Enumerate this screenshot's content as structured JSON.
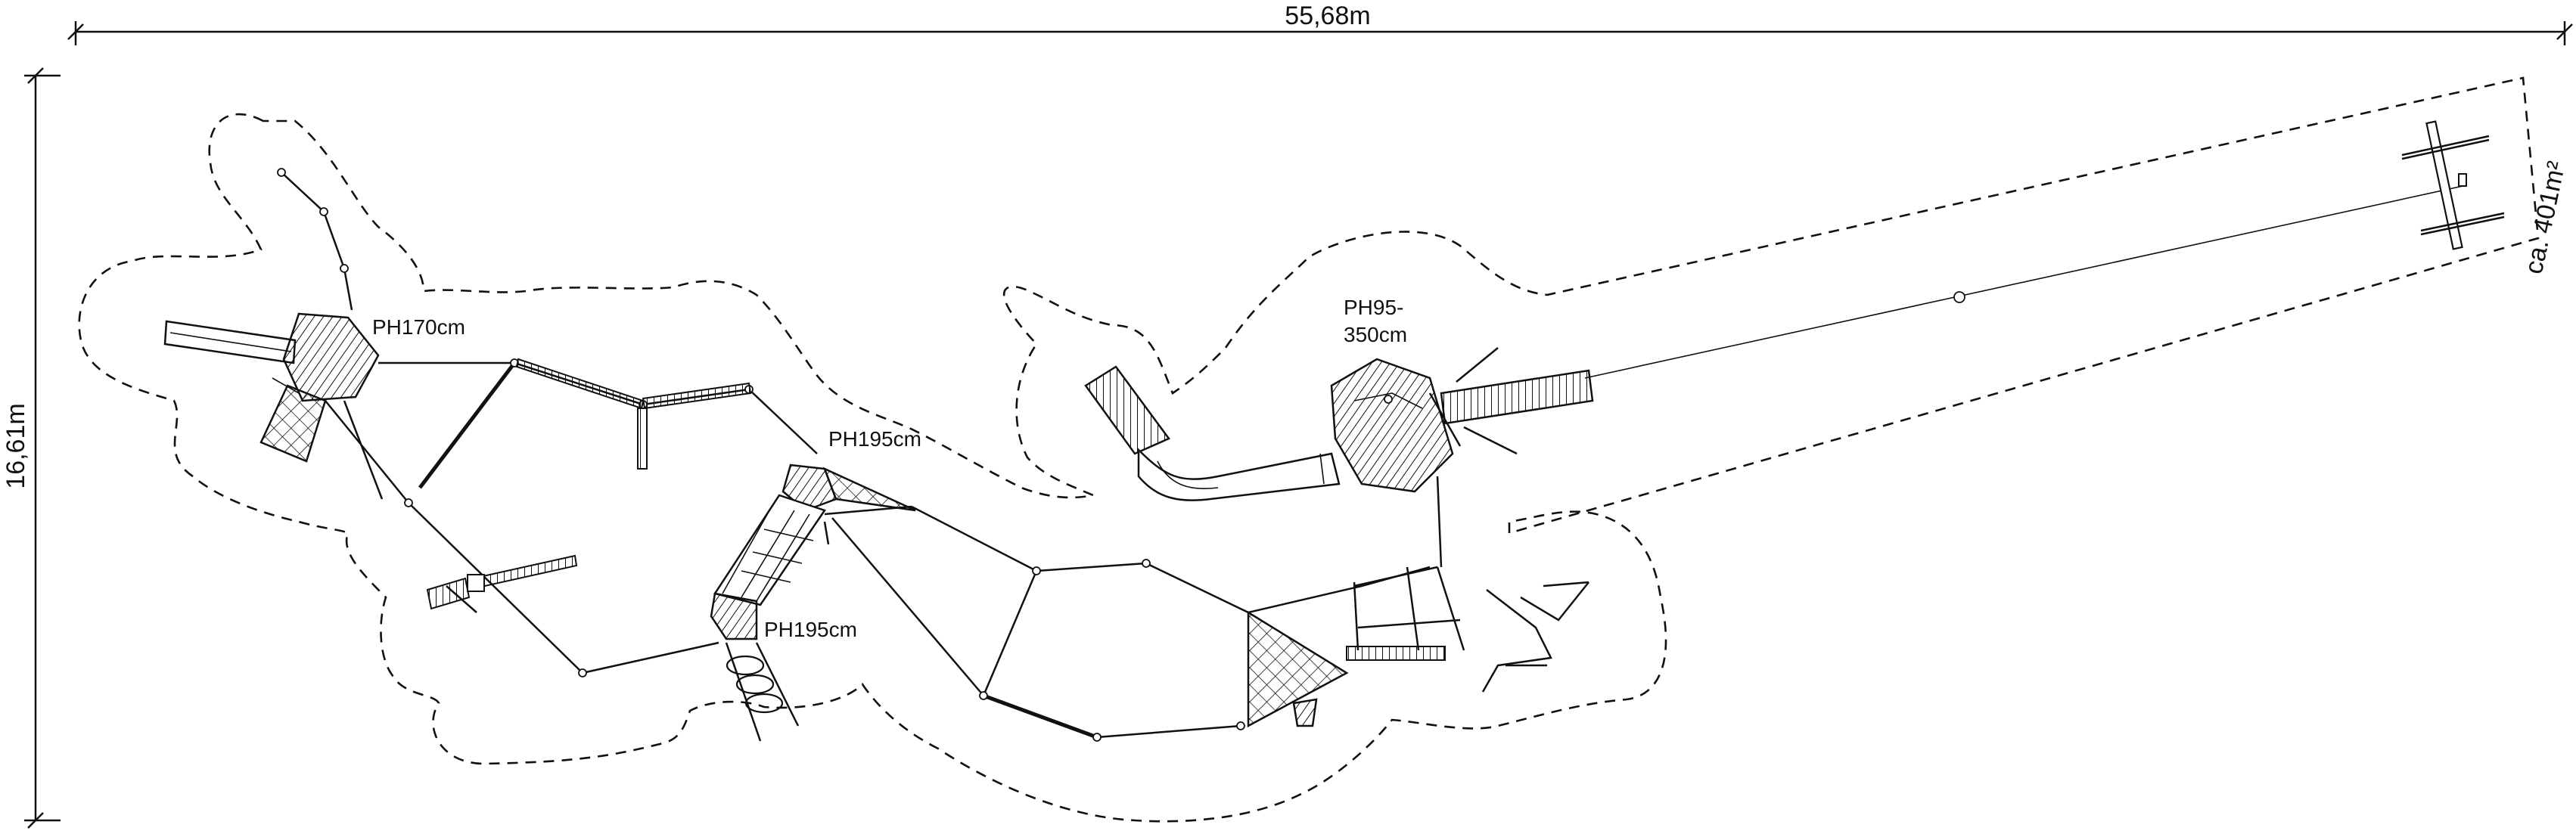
{
  "dimensions": {
    "width_label": "55,68m",
    "height_label": "16,61m",
    "area_label": "ca. 401m²"
  },
  "platforms": [
    {
      "id": "p1",
      "label": "PH170cm"
    },
    {
      "id": "p2",
      "label": "PH195cm"
    },
    {
      "id": "p3",
      "label": "PH195cm"
    },
    {
      "id": "p4",
      "label_line1": "PH95-",
      "label_line2": "350cm"
    }
  ]
}
